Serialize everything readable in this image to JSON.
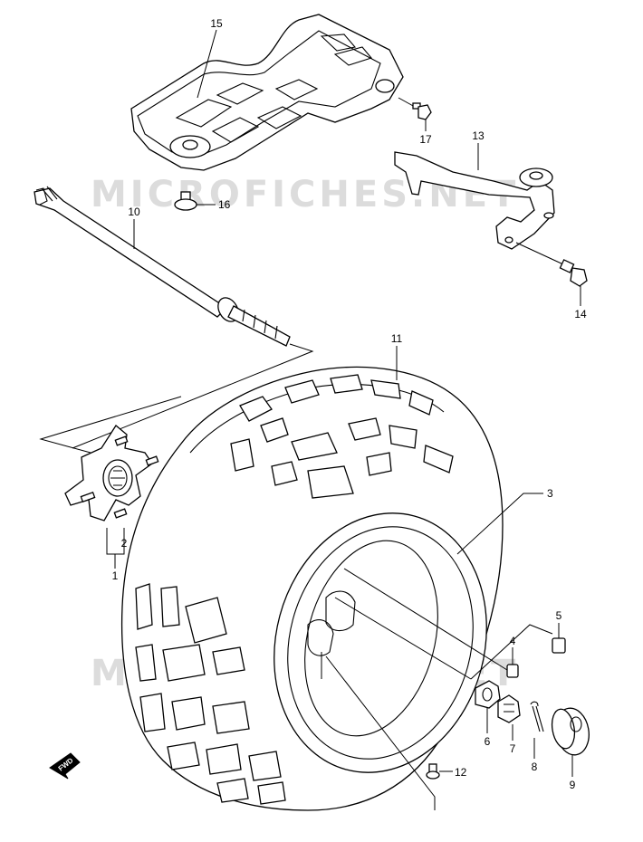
{
  "watermark": "MICROFICHES.NET",
  "fwd_label": "FWD",
  "labels": {
    "p1": "1",
    "p2": "2",
    "p3": "3",
    "p4": "4",
    "p5": "5",
    "p6": "6",
    "p7": "7",
    "p8": "8",
    "p9": "9",
    "p10": "10",
    "p11": "11",
    "p12": "12",
    "p13": "13",
    "p14": "14",
    "p15": "15",
    "p16": "16",
    "p17": "17"
  }
}
